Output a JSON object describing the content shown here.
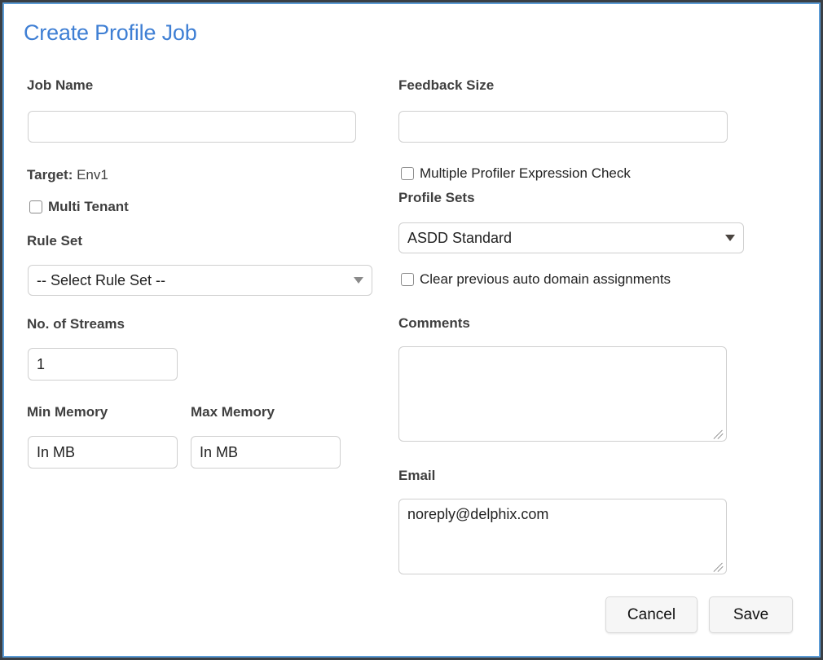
{
  "dialog": {
    "title": "Create Profile Job",
    "accent_color": "#3f7fd4",
    "border_color": "#5b9bd5"
  },
  "left": {
    "job_name_label": "Job Name",
    "job_name_value": "",
    "job_name_placeholder": "",
    "target_key": "Target:",
    "target_value": "Env1",
    "multi_tenant_label": "Multi Tenant",
    "rule_set_label": "Rule Set",
    "rule_set_value": "-- Select Rule Set --",
    "streams_label": "No. of Streams",
    "streams_value": "1",
    "min_memory_label": "Min Memory",
    "min_memory_value": "In MB",
    "max_memory_label": "Max Memory",
    "max_memory_value": "In MB"
  },
  "right": {
    "feedback_size_label": "Feedback Size",
    "feedback_size_value": "",
    "feedback_size_placeholder": "",
    "multiple_profiler_label": "Multiple Profiler Expression Check",
    "profile_sets_label": "Profile Sets",
    "profile_sets_value": "ASDD Standard",
    "clear_domain_label": "Clear previous auto domain assignments",
    "comments_label": "Comments",
    "comments_value": "",
    "email_label": "Email",
    "email_value": "noreply@delphix.com"
  },
  "footer": {
    "cancel_label": "Cancel",
    "save_label": "Save"
  }
}
